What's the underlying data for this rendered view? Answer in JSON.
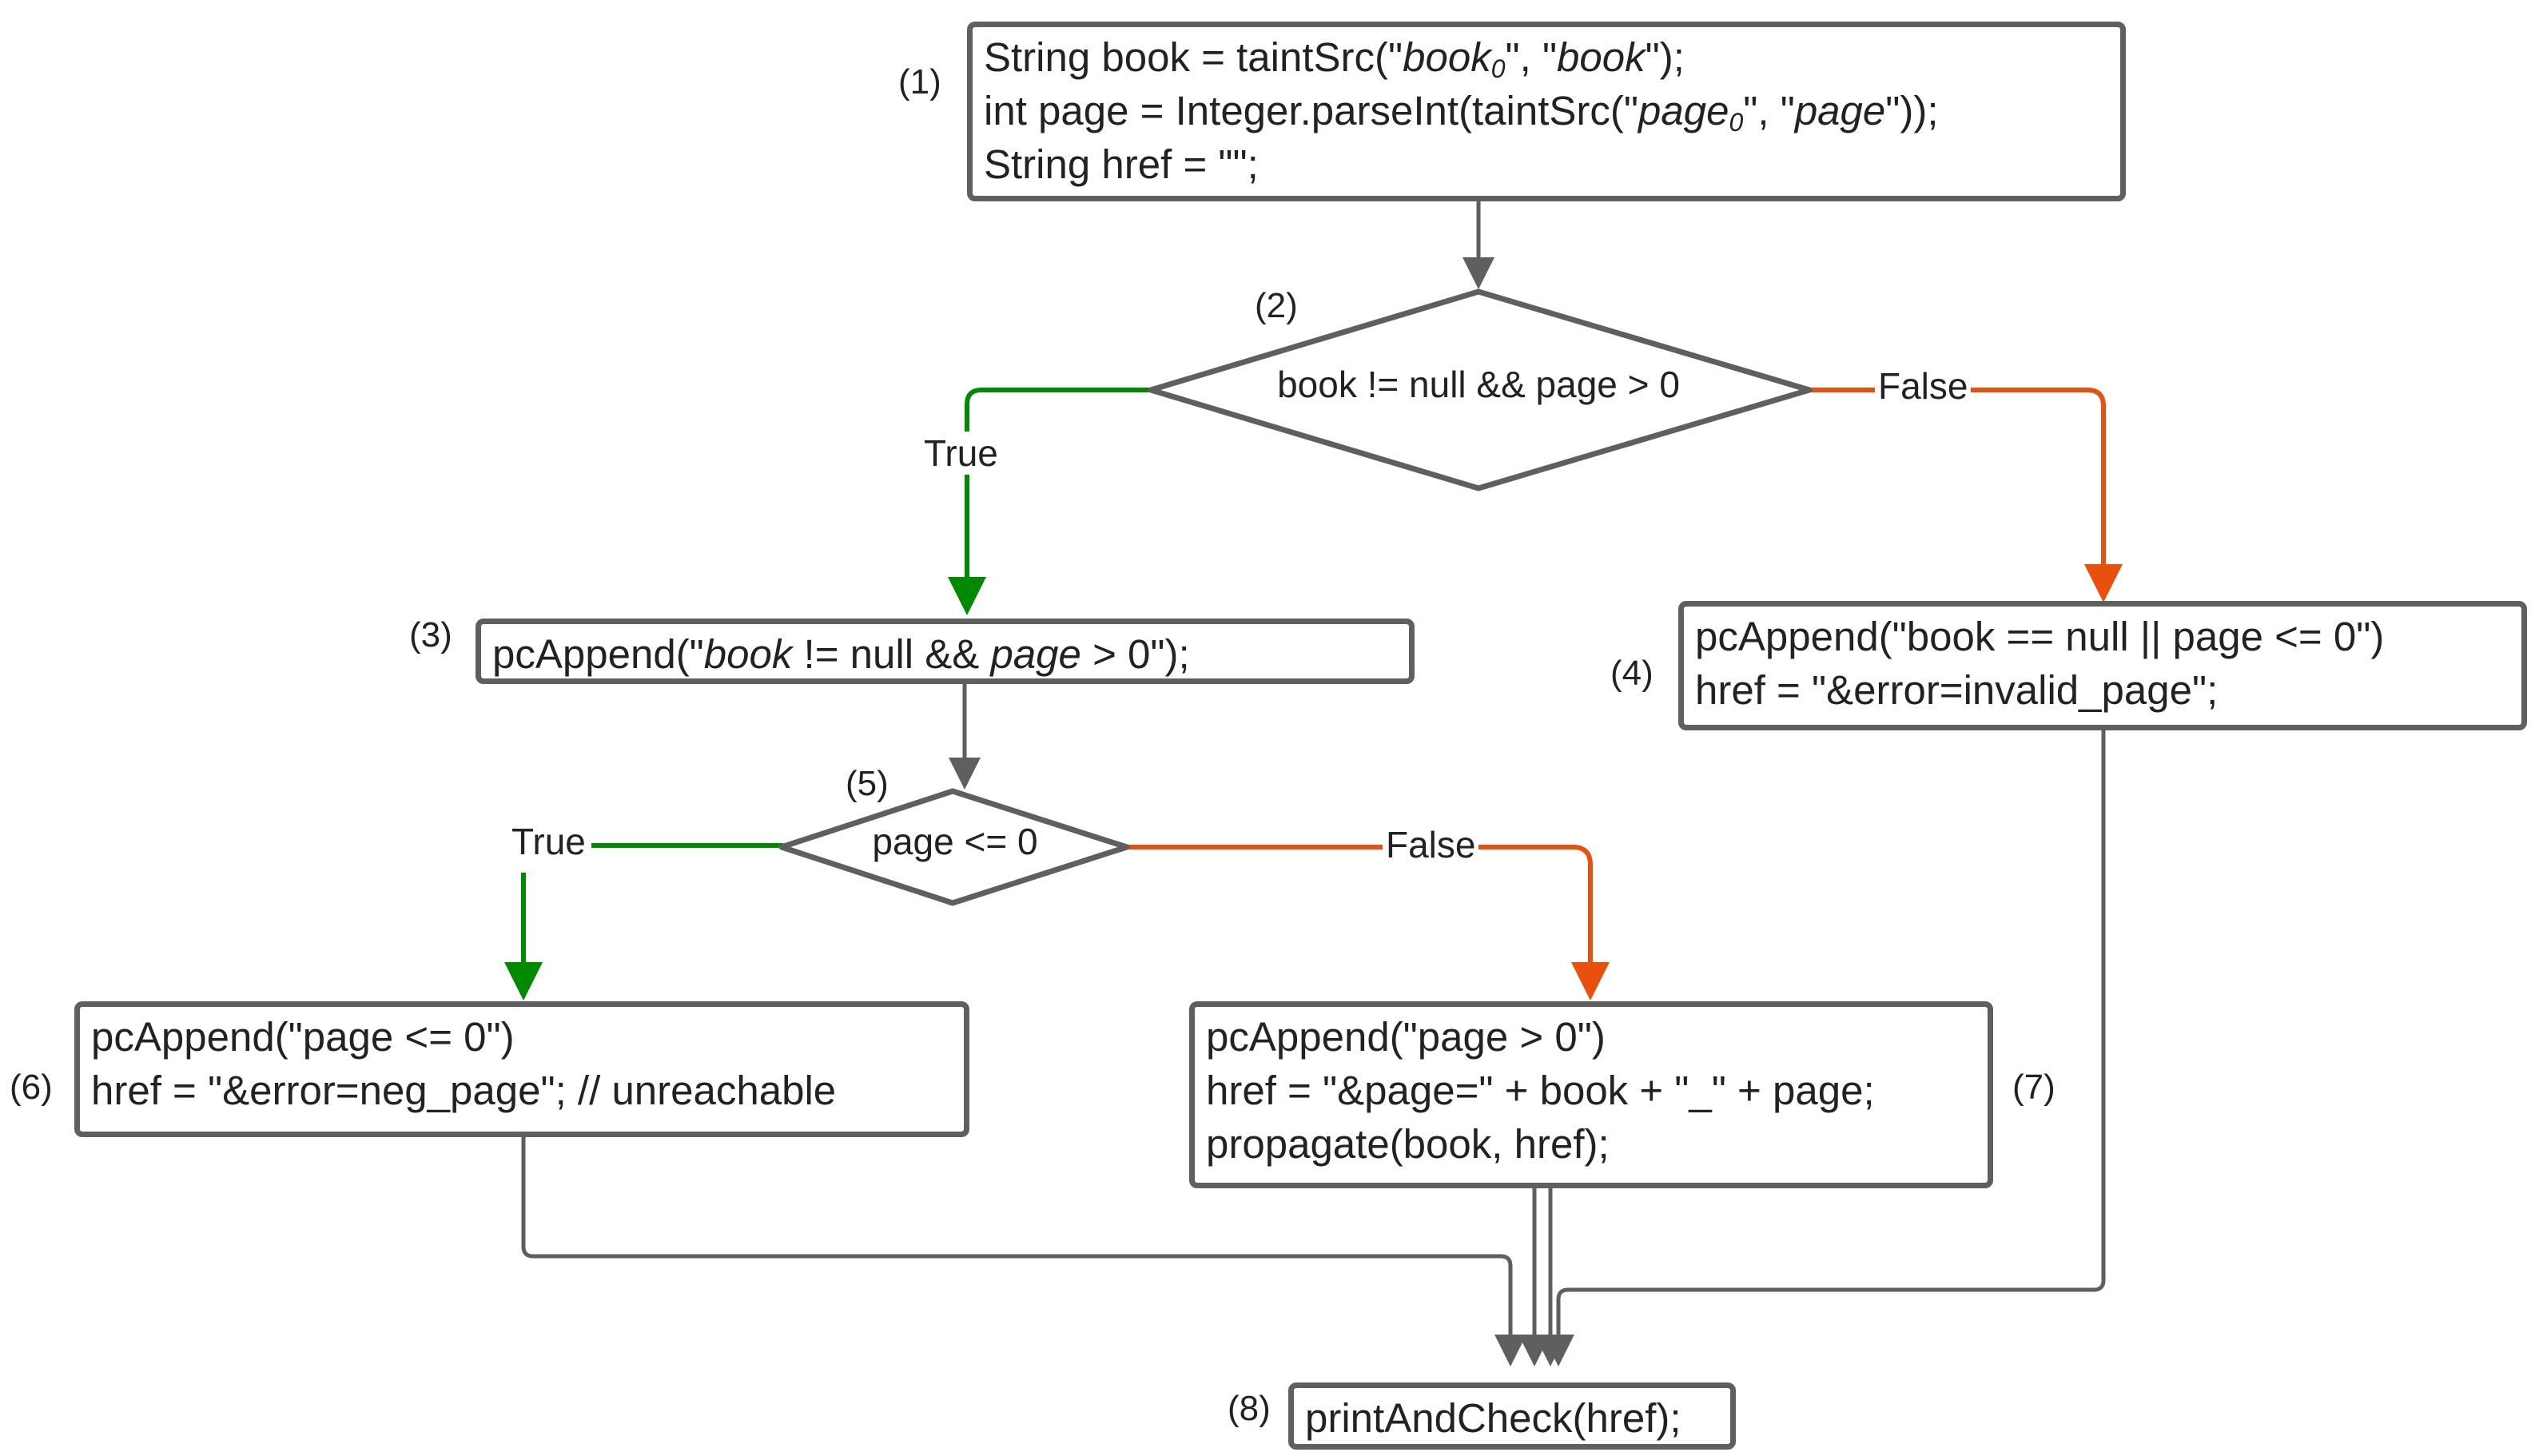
{
  "colors": {
    "stroke": "#5f5f5f",
    "true_edge": "#008a00",
    "false_edge": "#e8500c",
    "text": "#222222"
  },
  "nodes": {
    "n1": {
      "number": "(1)",
      "line1": {
        "a": "String book = taintSrc(\"",
        "b": "book",
        "sub": "0",
        "c": "\", \"",
        "d": "book",
        "e": "\");"
      },
      "line2": {
        "a": "int page = Integer.parseInt(taintSrc(\"",
        "b": "page",
        "sub": "0",
        "c": "\", \"",
        "d": "page",
        "e": "\"));"
      },
      "line3": "String href = \"\";"
    },
    "n2": {
      "number": "(2)",
      "condition": "book != null && page > 0"
    },
    "n3": {
      "number": "(3)",
      "a": "pcAppend(\"",
      "b": "book",
      "c": " != null && ",
      "d": "page",
      "e": " > 0\");"
    },
    "n4": {
      "number": "(4)",
      "line1": "pcAppend(\"book == null || page <= 0\")",
      "line2": "href = \"&error=invalid_page\";"
    },
    "n5": {
      "number": "(5)",
      "condition": "page <= 0"
    },
    "n6": {
      "number": "(6)",
      "line1": "pcAppend(\"page <= 0\")",
      "line2": "href = \"&error=neg_page\"; // unreachable"
    },
    "n7": {
      "number": "(7)",
      "line1": "pcAppend(\"page > 0\")",
      "line2": "href = \"&page=\" + book + \"_\" + page;",
      "line3": "propagate(book, href);"
    },
    "n8": {
      "number": "(8)",
      "text": "printAndCheck(href);"
    }
  },
  "edges": {
    "n2_true": "True",
    "n2_false": "False",
    "n5_true": "True",
    "n5_false": "False"
  }
}
